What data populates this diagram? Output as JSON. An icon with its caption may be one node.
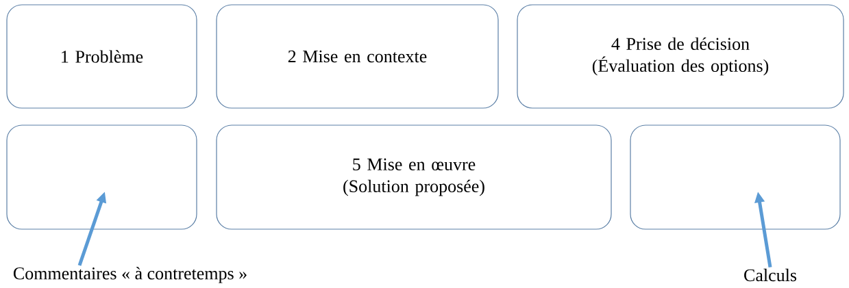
{
  "diagram": {
    "nodes": [
      {
        "text": [
          "1 Problème"
        ]
      },
      {
        "text": [
          "2 Mise en contexte"
        ]
      },
      {
        "text": [
          "4 Prise de décision (Évaluation des options)"
        ]
      },
      {
        "text": [],
        "shape": "box"
      },
      {
        "text": [
          "5 Mise en œuvre (Solution proposée)"
        ]
      },
      {
        "text": [],
        "shape": "box"
      },
      {
        "text": [
          "Commentaires « à contretemps »"
        ]
      },
      {
        "text": [
          "Calculs"
        ]
      }
    ],
    "edges": [
      {
        "from": 6,
        "to": 3,
        "arrow": "to"
      },
      {
        "from": 7,
        "to": 5,
        "arrow": "to"
      }
    ]
  }
}
